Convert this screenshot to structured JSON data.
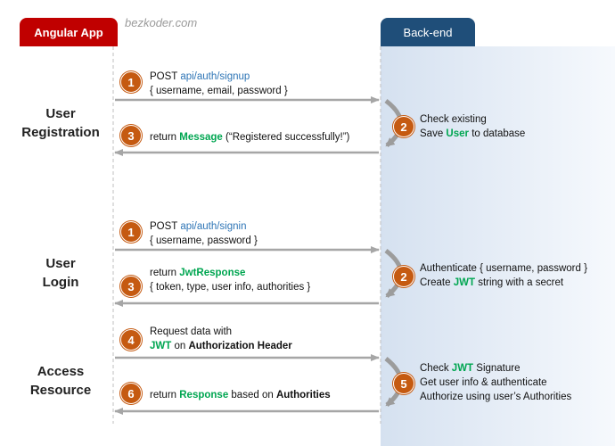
{
  "header": {
    "left_tab": "Angular App",
    "right_tab": "Back-end",
    "watermark": "bezkoder.com"
  },
  "sections": {
    "registration": {
      "line1": "User",
      "line2": "Registration"
    },
    "login": {
      "line1": "User",
      "line2": "Login"
    },
    "access": {
      "line1": "Access",
      "line2": "Resource"
    }
  },
  "registration": {
    "step1": {
      "num": "1",
      "method": "POST ",
      "url": "api/auth/signup",
      "payload": "{ username, email, password }"
    },
    "step2": {
      "num": "2",
      "line1": "Check existing",
      "line2_a": "Save ",
      "line2_b": "User",
      "line2_c": " to database"
    },
    "step3": {
      "num": "3",
      "a": "return ",
      "b": "Message",
      "c": " (“Registered successfully!”)"
    }
  },
  "login": {
    "step1": {
      "num": "1",
      "method": "POST ",
      "url": "api/auth/signin",
      "payload": "{ username, password }"
    },
    "step2": {
      "num": "2",
      "line1": "Authenticate { username, password }",
      "line2_a": "Create ",
      "line2_b": "JWT",
      "line2_c": " string with a secret"
    },
    "step3": {
      "num": "3",
      "a": "return ",
      "b": "JwtResponse",
      "line2": "{ token, type, user info, authorities }"
    }
  },
  "access": {
    "step4": {
      "num": "4",
      "line1": "Request  data with",
      "line2_a": "JWT",
      "line2_b": " on ",
      "line2_c": "Authorization Header"
    },
    "step5": {
      "num": "5",
      "line1_a": "Check ",
      "line1_b": "JWT",
      "line1_c": " Signature",
      "line2": "Get user info & authenticate",
      "line3": "Authorize using user’s Authorities"
    },
    "step6": {
      "num": "6",
      "a": "return ",
      "b": "Response",
      "c": " based on ",
      "d": "Authorities"
    }
  },
  "colors": {
    "left_tab": "#c00000",
    "right_tab": "#1f4e79",
    "badge": "#c55a11",
    "highlight": "#00a651",
    "url": "#2e75b6"
  }
}
